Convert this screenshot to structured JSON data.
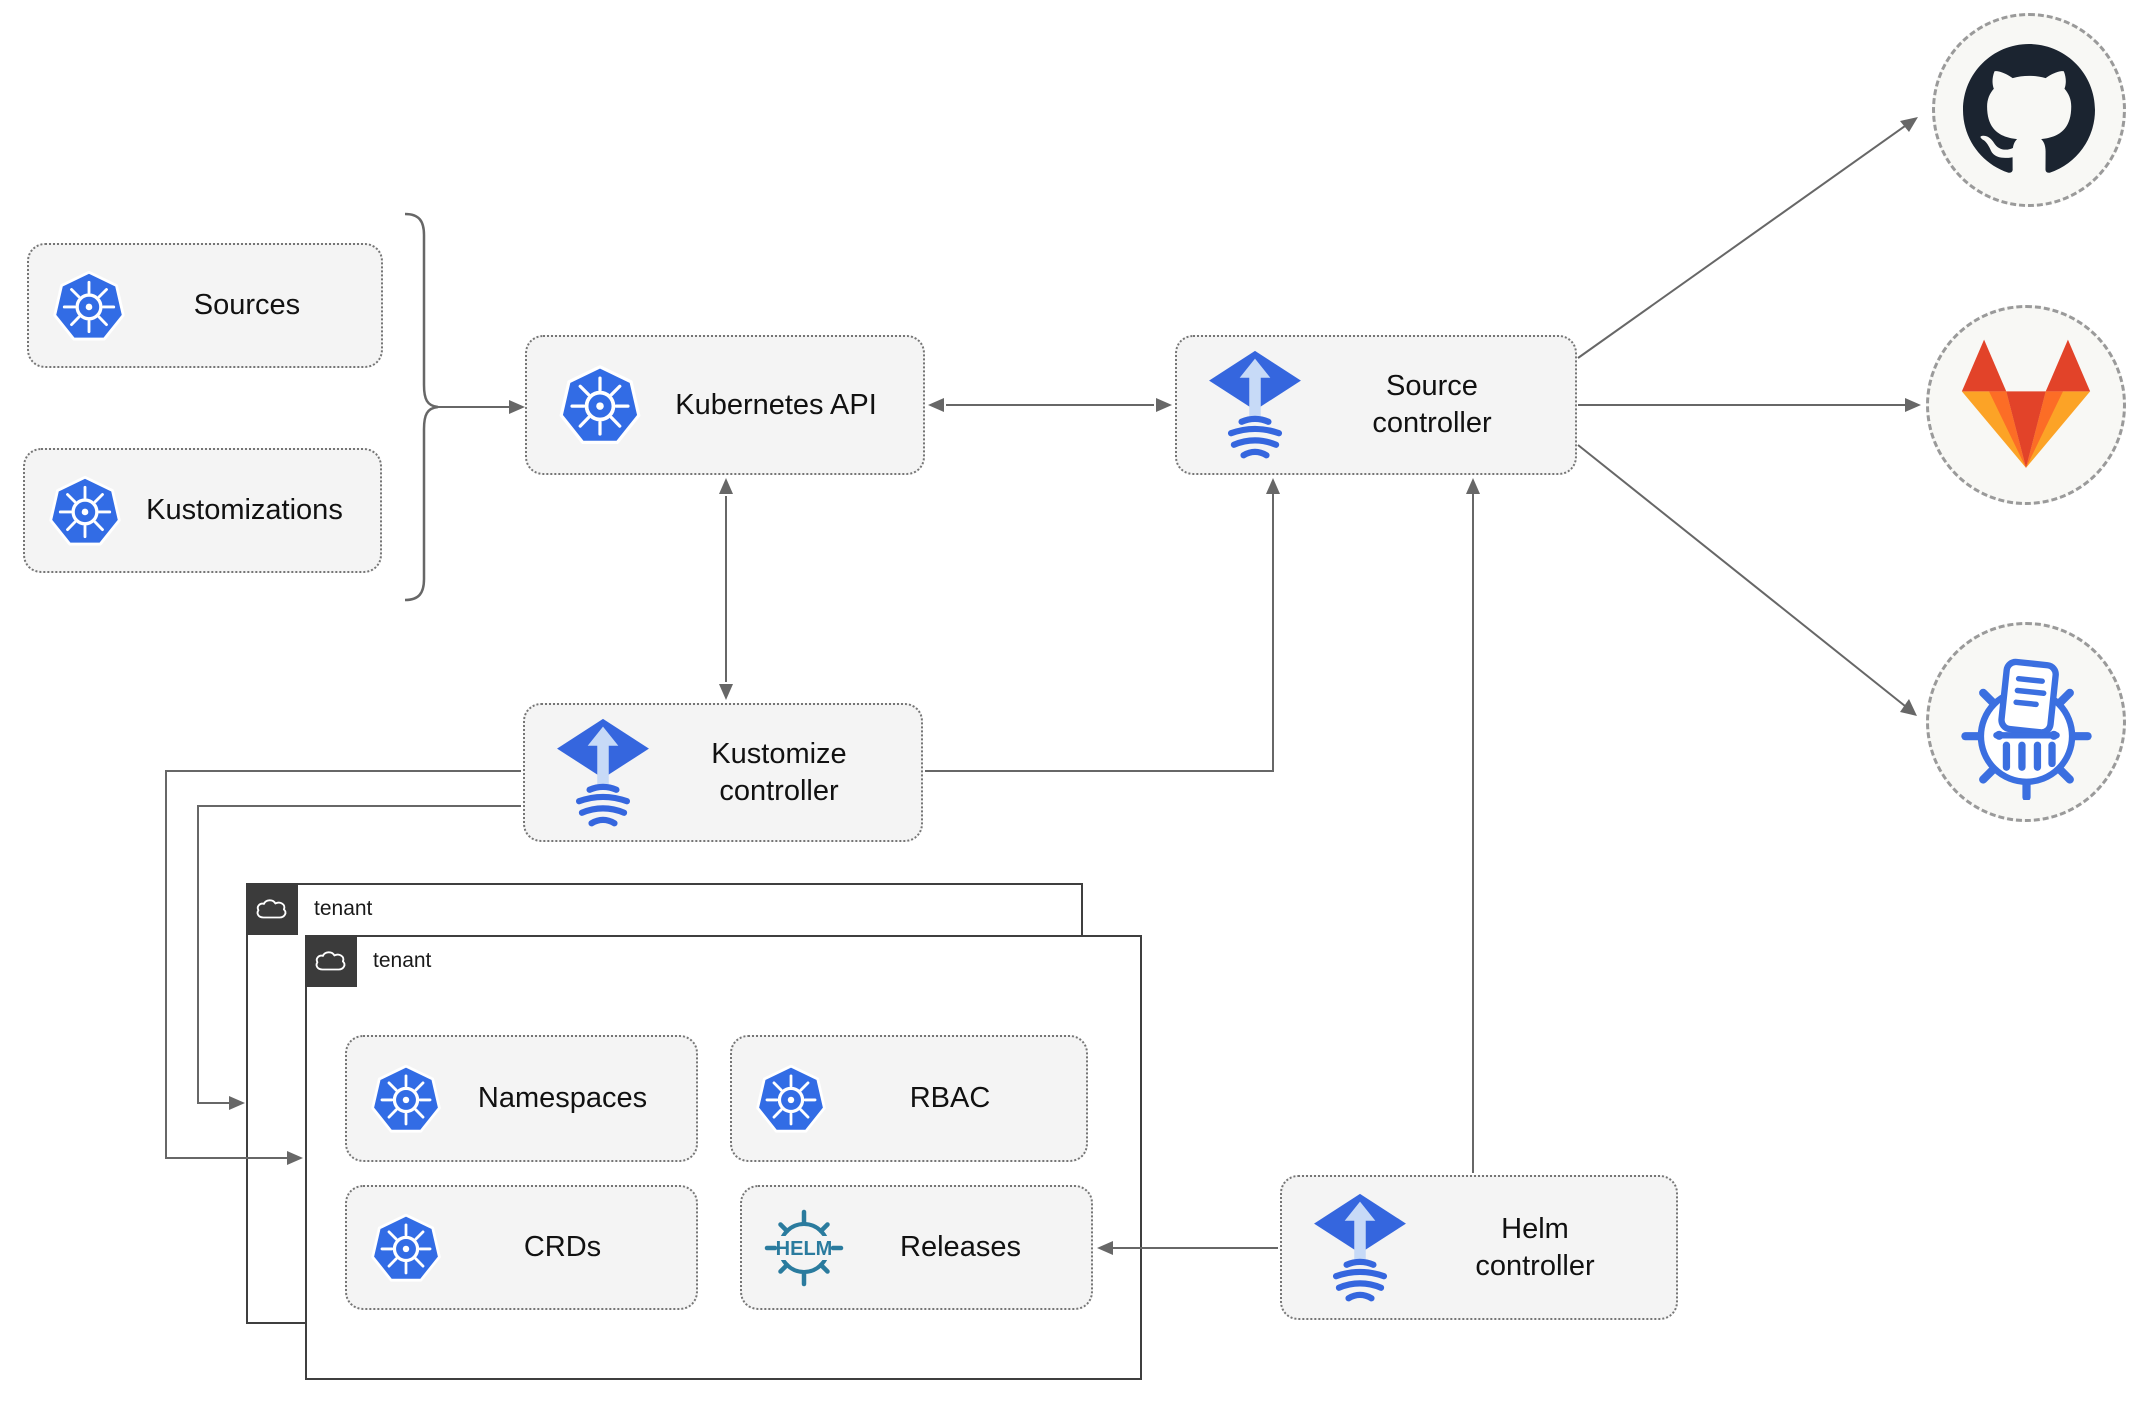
{
  "nodes": {
    "sources": {
      "label": "Sources"
    },
    "kustomizations": {
      "label": "Kustomizations"
    },
    "kubernetes_api": {
      "label": "Kubernetes API"
    },
    "source_controller": {
      "label": "Source\ncontroller"
    },
    "kustomize_controller": {
      "label": "Kustomize\ncontroller"
    },
    "helm_controller": {
      "label": "Helm\ncontroller"
    },
    "namespaces": {
      "label": "Namespaces"
    },
    "rbac": {
      "label": "RBAC"
    },
    "crds": {
      "label": "CRDs"
    },
    "releases": {
      "label": "Releases"
    }
  },
  "groups": {
    "tenant_outer": {
      "label": "tenant"
    },
    "tenant_inner": {
      "label": "tenant"
    }
  },
  "icons": {
    "helm_logo_text": "HELM",
    "endpoint_1": "github-logo",
    "endpoint_2": "gitlab-logo",
    "endpoint_3": "chartmuseum-logo"
  },
  "colors": {
    "kubernetes_blue": "#326ce5",
    "flux_blue": "#3566de",
    "flux_arrow_light": "#c7daf7",
    "helm_teal": "#2a7b9e",
    "github_dark": "#1b2430",
    "gitlab_dark_orange": "#e24329",
    "gitlab_mid_orange": "#fc6d26",
    "gitlab_light_orange": "#fca326",
    "chartmuseum_blue": "#3b6fe0",
    "connector_gray": "#676767",
    "node_fill": "#f4f4f4",
    "tenant_header": "#3b3b3b"
  }
}
